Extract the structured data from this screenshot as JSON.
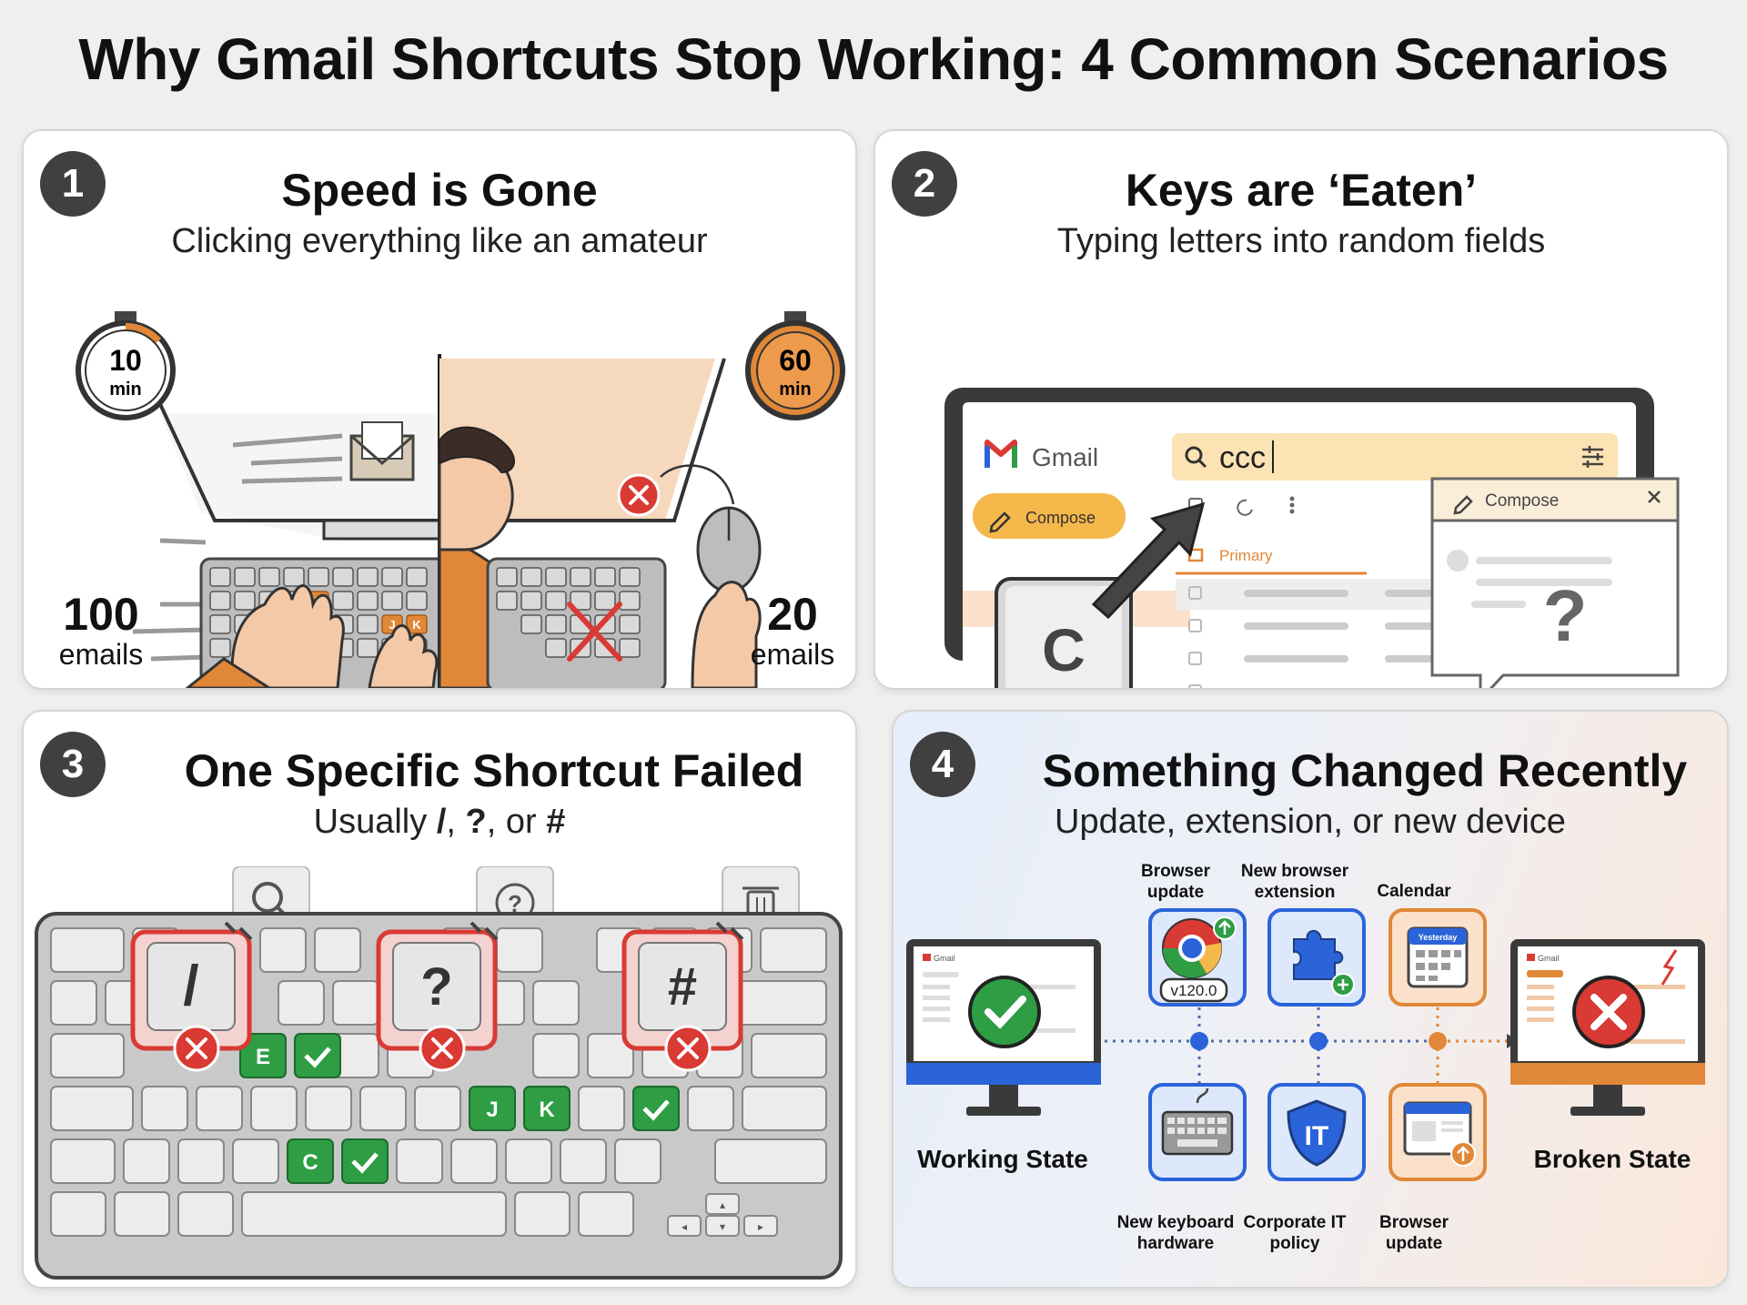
{
  "title": "Why Gmail Shortcuts Stop Working: 4 Common Scenarios",
  "colors": {
    "orange": "#e08838",
    "red": "#d93a33",
    "green": "#2e9d44",
    "blue": "#2b63d9",
    "dark": "#404040"
  },
  "panels": [
    {
      "number": "1",
      "title": "Speed is Gone",
      "subtitle": "Clicking everything like an amateur",
      "timer_fast": {
        "value": "10",
        "unit": "min"
      },
      "timer_slow": {
        "value": "60",
        "unit": "min"
      },
      "count_fast": {
        "value": "100",
        "unit": "emails"
      },
      "count_slow": {
        "value": "20",
        "unit": "emails"
      },
      "key_letters": [
        "E",
        "J",
        "K"
      ]
    },
    {
      "number": "2",
      "title": "Keys are ‘Eaten’",
      "subtitle": "Typing letters into random fields",
      "app_name": "Gmail",
      "search_value": "ccc",
      "compose_label": "Compose",
      "tab_primary": "Primary",
      "key_c": "C",
      "popup_title": "Compose",
      "popup_mark": "?"
    },
    {
      "number": "3",
      "title": "One Specific Shortcut Failed",
      "subtitle_parts": [
        "Usually ",
        "/",
        ", ",
        "?",
        ", or ",
        "#"
      ],
      "failed_keys": [
        "/",
        "?",
        "#"
      ],
      "working_keys": [
        "E",
        "J",
        "K",
        "C"
      ]
    },
    {
      "number": "4",
      "title": "Something Changed Recently",
      "subtitle": "Update, extension, or new device",
      "working_state": "Working State",
      "broken_state": "Broken State",
      "top_changes": [
        "Browser update",
        "New browser extension",
        "Calendar"
      ],
      "bottom_changes": [
        "New keyboard hardware",
        "Corporate IT policy",
        "Browser update"
      ],
      "browser_version": "v120.0",
      "calendar_label": "Yesterday",
      "it_label": "IT",
      "mini_app": "Gmail"
    }
  ]
}
